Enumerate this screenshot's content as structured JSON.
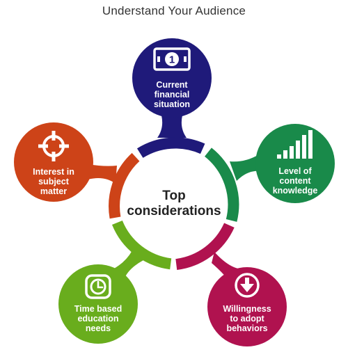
{
  "title": "Understand Your Audience",
  "center": {
    "line1": "Top",
    "line2": "considerations"
  },
  "nodes": [
    {
      "id": "current-financial-situation",
      "lines": [
        "Current",
        "financial",
        "situation"
      ],
      "color": "#1f1a7a",
      "icon": "money-bill-icon"
    },
    {
      "id": "level-of-content-knowledge",
      "lines": [
        "Level of",
        "content",
        "knowledge"
      ],
      "color": "#198a4a",
      "icon": "signal-bars-icon"
    },
    {
      "id": "willingness-to-adopt-behaviors",
      "lines": [
        "Willingness",
        "to adopt",
        "behaviors"
      ],
      "color": "#b0124f",
      "icon": "download-arrow-icon"
    },
    {
      "id": "time-based-education-needs",
      "lines": [
        "Time based",
        "education",
        "needs"
      ],
      "color": "#69ad1d",
      "icon": "clock-icon"
    },
    {
      "id": "interest-in-subject-matter",
      "lines": [
        "Interest in",
        "subject",
        "matter"
      ],
      "color": "#cd4318",
      "icon": "crosshair-icon"
    }
  ]
}
